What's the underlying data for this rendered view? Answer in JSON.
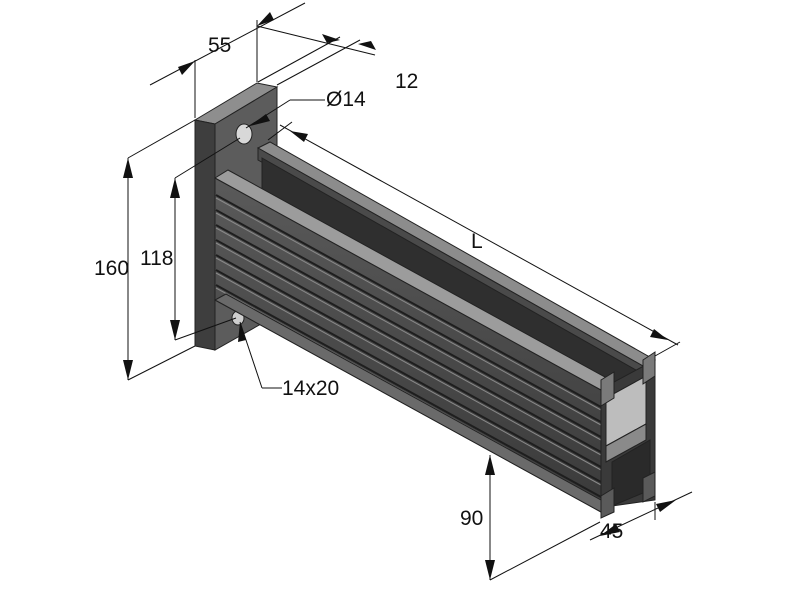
{
  "drawing": {
    "dimensions": {
      "plate_width": "55",
      "plate_thickness": "12",
      "hole_diameter": "Ø14",
      "length": "L",
      "plate_height": "160",
      "hole_spacing": "118",
      "slot": "14x20",
      "profile_height": "90",
      "profile_width": "45"
    }
  }
}
